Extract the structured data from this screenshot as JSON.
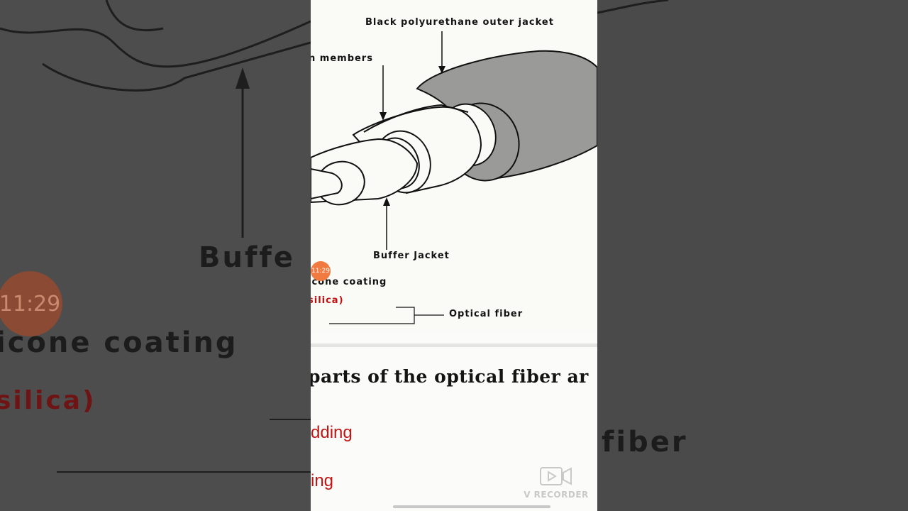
{
  "background": {
    "left_texts": [
      "Buffe",
      "icone coating",
      "silica)"
    ],
    "right_text": "fiber",
    "clock": "11:29"
  },
  "diagram": {
    "labels": {
      "outer_jacket": "Black polyurethane outer jacket",
      "strength_members": "n members",
      "buffer_jacket": "Buffer Jacket",
      "silicone_coating": "icone coating",
      "silica": "silica)",
      "optical_fiber": "Optical fiber"
    }
  },
  "content": {
    "heading": "parts of the optical fiber ar",
    "items": [
      "dding",
      "ing"
    ]
  },
  "overlay": {
    "clock": "11:29",
    "watermark": "V RECORDER",
    "watermark_icon": "video-camera-icon"
  },
  "colors": {
    "accent_red": "#c01010",
    "recording_dot": "#f07a40",
    "jacket_gray": "#9a9a9a"
  }
}
